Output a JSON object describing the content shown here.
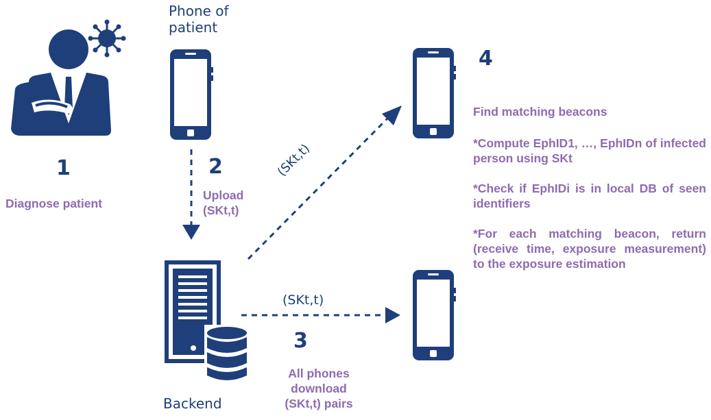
{
  "diagram": {
    "phone_label": "Phone of\npatient",
    "backend_label": "Backend",
    "steps": [
      {
        "number": "1",
        "label": "Diagnose patient"
      },
      {
        "number": "2",
        "label": "Upload\n(SKt,t)"
      },
      {
        "number": "3",
        "label": "All phones\ndownload\n(SKt,t) pairs"
      },
      {
        "number": "4",
        "label": "Find matching beacons"
      }
    ],
    "arrow_labels": {
      "diagonal": "(SKt,t)",
      "horizontal": "(SKt,t)"
    },
    "step4_details": [
      "*Compute EphID1, …, EphIDn of infected person using SKt",
      "*Check if EphIDi is in local DB of seen identifiers",
      "*For each matching beacon, return (receive time, exposure measurement) to the exposure estimation"
    ],
    "colors": {
      "icon_navy": "#1f3f7a",
      "text_purple": "#8e6bb0"
    },
    "icons": [
      "doctor-icon",
      "virus-icon",
      "phone-icon",
      "server-icon",
      "database-icon"
    ]
  }
}
